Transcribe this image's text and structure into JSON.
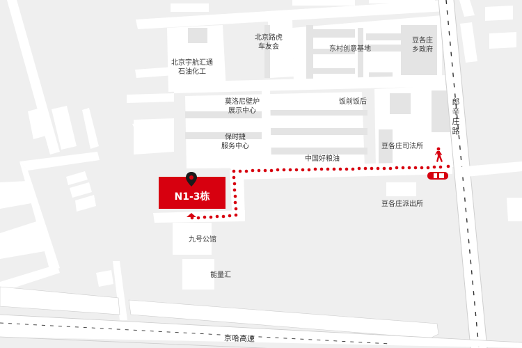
{
  "map": {
    "target": {
      "label": "N1-3栋",
      "color": "#d7000f"
    },
    "route_color": "#d7000f",
    "roads": {
      "vertical_road": "郎辛庄路",
      "highway": "京哈高速"
    },
    "pois": [
      {
        "id": "beijing-yuhang",
        "lines": [
          "北京宇航汇通",
          "石油化工"
        ]
      },
      {
        "id": "beijing-luhu",
        "lines": [
          "北京路虎",
          "车友会"
        ]
      },
      {
        "id": "dongcun",
        "lines": [
          "东村创意基地"
        ]
      },
      {
        "id": "douge-gov",
        "lines": [
          "豆各庄",
          "乡政府"
        ]
      },
      {
        "id": "moluoni",
        "lines": [
          "莫洛尼壁炉",
          "展示中心"
        ]
      },
      {
        "id": "fanqian",
        "lines": [
          "饭前饭后"
        ]
      },
      {
        "id": "porsche",
        "lines": [
          "保时捷",
          "服务中心"
        ]
      },
      {
        "id": "zhongguo-liangyou",
        "lines": [
          "中国好粮油"
        ]
      },
      {
        "id": "douge-justice",
        "lines": [
          "豆各庄司法所"
        ]
      },
      {
        "id": "douge-police",
        "lines": [
          "豆各庄派出所"
        ]
      },
      {
        "id": "jiuhao",
        "lines": [
          "九号公馆"
        ]
      },
      {
        "id": "nengliang",
        "lines": [
          "能量汇"
        ]
      }
    ],
    "icons": {
      "pedestrian": "walking-person-icon",
      "car": "car-icon",
      "pin": "location-pin-icon"
    }
  }
}
